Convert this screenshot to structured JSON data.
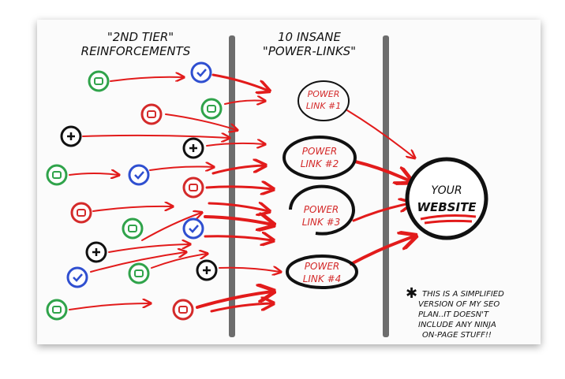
{
  "headings": {
    "tier2_line1": "\"2ND TIER\"",
    "tier2_line2": "REINFORCEMENTS",
    "power_line1": "10 INSANE",
    "power_line2": "\"POWER-LINKS\""
  },
  "power_links": [
    {
      "line1": "POWER",
      "line2": "LINK #1"
    },
    {
      "line1": "POWER",
      "line2": "LINK #2"
    },
    {
      "line1": "POWER",
      "line2": "LINK #3"
    },
    {
      "line1": "POWER",
      "line2": "LINK #4"
    }
  ],
  "target": {
    "line1": "YOUR",
    "line2": "WEBSITE"
  },
  "footnote": {
    "line1": "THIS IS A SIMPLIFIED",
    "line2": "VERSION OF MY SEO",
    "line3": "PLAN..IT DOESN'T",
    "line4": "INCLUDE ANY NINJA",
    "line5": "ON-PAGE STUFF!!"
  },
  "colors": {
    "green": "#2fa34a",
    "red": "#d42a2a",
    "blue": "#2f4fd0",
    "black": "#111111",
    "arrow": "#e21b1b",
    "divider": "#6d6d6d"
  },
  "icon_kinds": [
    "green-square-icon",
    "red-square-icon",
    "blue-check-icon",
    "black-plus-icon"
  ]
}
